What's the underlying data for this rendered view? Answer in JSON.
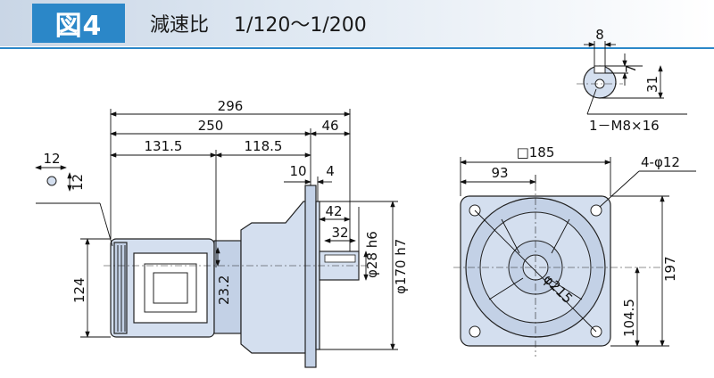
{
  "header": {
    "figure_label": "図4",
    "title_prefix": "減速比",
    "ratio_range": "1/120～1/200"
  },
  "side_view": {
    "dims": {
      "overall_length": "296",
      "motor_to_flange": "250",
      "motor_half": "131.5",
      "gear_half": "118.5",
      "shaft_protrusion": "46",
      "flange_thickness": "10",
      "spigot_depth": "4",
      "shaft_length": "42",
      "key_length": "32",
      "shaft_diameter": "φ28 h6",
      "spigot_diameter": "φ170 h7",
      "center_offset": "23.2",
      "motor_height": "124",
      "terminal_width": "12",
      "terminal_height": "12"
    }
  },
  "front_view": {
    "dims": {
      "flange_square": "□185",
      "half_width": "93",
      "bolt_holes": "4-φ12",
      "pcd": "φ215",
      "total_height": "197",
      "center_height": "104.5"
    }
  },
  "shaft_detail": {
    "dims": {
      "key_width": "8",
      "key_depth": "7",
      "shaft_height": "31",
      "tap": "1－M8×16"
    }
  },
  "colors": {
    "badge": "#2b87c8",
    "body_fill": "#d4dfef",
    "line": "#111111"
  }
}
